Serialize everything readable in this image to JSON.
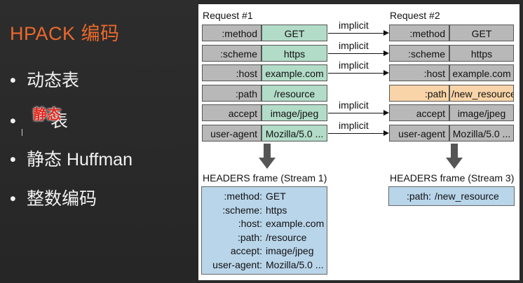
{
  "slide": {
    "title": "HPACK 编码",
    "bullets": [
      "动态表",
      "表",
      "静态 Huffman",
      "整数编码"
    ],
    "overlay_text": "静态"
  },
  "diagram": {
    "request1_title": "Request #1",
    "request2_title": "Request #2",
    "request1_rows": [
      {
        "key": ":method",
        "value": "GET"
      },
      {
        "key": ":scheme",
        "value": "https"
      },
      {
        "key": ":host",
        "value": "example.com"
      },
      {
        "key": ":path",
        "value": "/resource"
      },
      {
        "key": "accept",
        "value": "image/jpeg"
      },
      {
        "key": "user-agent",
        "value": "Mozilla/5.0 ..."
      }
    ],
    "request2_rows": [
      {
        "key": ":method",
        "value": "GET"
      },
      {
        "key": ":scheme",
        "value": "https"
      },
      {
        "key": ":host",
        "value": "example.com"
      },
      {
        "key": ":path",
        "value": "/new_resource"
      },
      {
        "key": "accept",
        "value": "image/jpeg"
      },
      {
        "key": "user-agent",
        "value": "Mozilla/5.0 ..."
      }
    ],
    "implicit_label": "implicit",
    "frame1_title": "HEADERS frame (Stream 1)",
    "frame3_title": "HEADERS frame (Stream 3)",
    "frame1_rows": [
      {
        "key": ":method:",
        "value": "GET"
      },
      {
        "key": ":scheme:",
        "value": "https"
      },
      {
        "key": ":host:",
        "value": "example.com"
      },
      {
        "key": ":path:",
        "value": "/resource"
      },
      {
        "key": "accept:",
        "value": "image/jpeg"
      },
      {
        "key": "user-agent:",
        "value": "Mozilla/5.0 ..."
      }
    ],
    "frame3_rows": [
      {
        "key": ":path:",
        "value": "/new_resource"
      }
    ]
  },
  "colors": {
    "title_orange": "#e9692c",
    "overlay_red": "#e3261c",
    "green_cell": "#b2dcc8",
    "gray_cell": "#b8b8b8",
    "orange_cell": "#f8d4a8",
    "frame_blue": "#b9d5ea"
  }
}
